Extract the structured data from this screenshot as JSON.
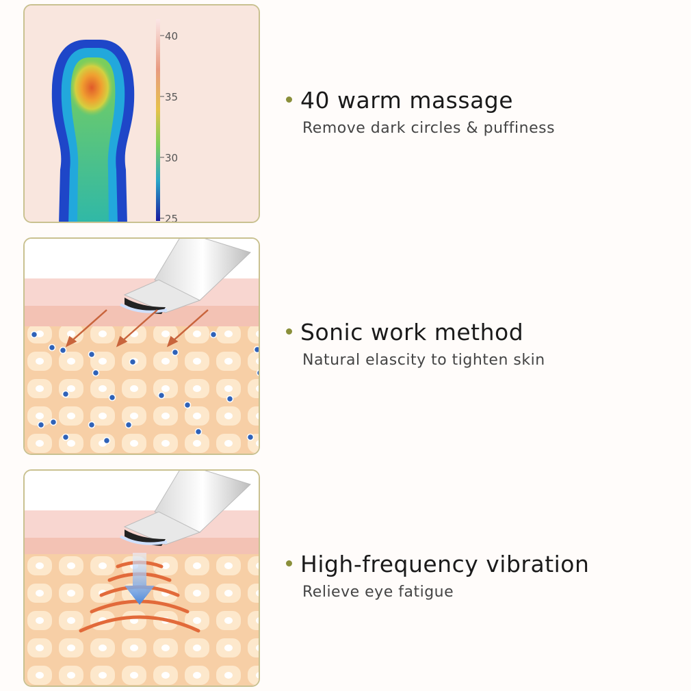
{
  "colorbar": {
    "ticks": [
      "40",
      "35",
      "30",
      "25"
    ]
  },
  "features": [
    {
      "title": "40 warm massage",
      "subtitle": "Remove dark circles & puffiness"
    },
    {
      "title": "Sonic work method",
      "subtitle": "Natural elascity to tighten skin"
    },
    {
      "title": "High-frequency vibration",
      "subtitle": "Relieve eye fatigue"
    }
  ],
  "colors": {
    "accent_dot": "#8a8f3a",
    "panel_border": "#c9c190",
    "arrow": "#c8643c",
    "molecule": "#2f62b8",
    "wave": "#e26a3a"
  }
}
